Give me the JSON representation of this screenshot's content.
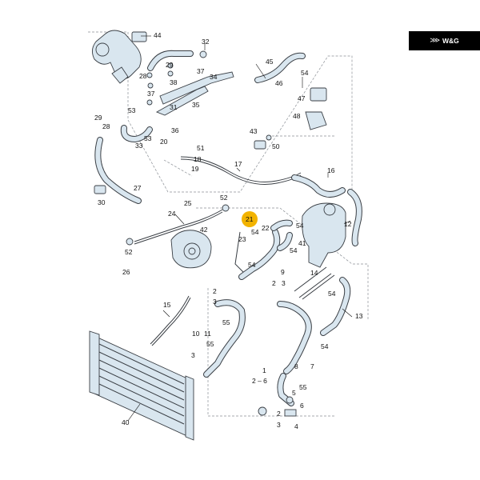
{
  "brand": {
    "mark": "⋙",
    "text": "W&G"
  },
  "highlight": "21",
  "colors": {
    "part_fill": "#d9e6ef",
    "outline": "#3a3f45",
    "highlight": "#f2b300",
    "brand_bg": "#000000"
  },
  "labels": {
    "l44": "44",
    "l32": "32",
    "l29": "29",
    "l37a": "37",
    "l28a": "28",
    "l38": "38",
    "l34": "34",
    "l37b": "37",
    "l35": "35",
    "l53a": "53",
    "l31": "31",
    "l29b": "29",
    "l28b": "28",
    "l36": "36",
    "l33": "33",
    "l53b": "53",
    "l20": "20",
    "l51": "51",
    "l18": "18",
    "l19": "19",
    "l45": "45",
    "l54a": "54",
    "l46": "46",
    "l47": "47",
    "l48": "48",
    "l43": "43",
    "l50": "50",
    "l17": "17",
    "l16": "16",
    "l27": "27",
    "l30": "30",
    "l25": "25",
    "l52a": "52",
    "l24": "24",
    "l21": "21",
    "l22": "22",
    "l54b": "54",
    "l42": "42",
    "l23": "23",
    "l54c": "54",
    "l52b": "52",
    "l26": "26",
    "l12": "12",
    "l41": "41",
    "l54d": "54",
    "l54e": "54",
    "l14": "14",
    "l9": "9",
    "l2a": "2",
    "l3a": "3",
    "l54f": "54",
    "l2b": "2",
    "l3b": "3",
    "l15": "15",
    "l55a": "55",
    "l10": "10",
    "l11": "11",
    "l55b": "55",
    "l3c": "3",
    "l13": "13",
    "l54g": "54",
    "l1": "1",
    "l2c": "2 – 6",
    "l55c": "55",
    "l7": "7",
    "l8": "8",
    "l40": "40",
    "l5": "5",
    "l6": "6",
    "l4": "4",
    "l2d": "2",
    "l3d": "3"
  }
}
